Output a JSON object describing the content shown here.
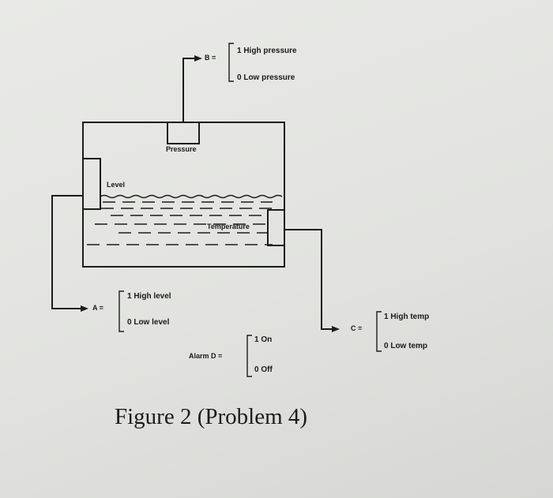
{
  "labels": {
    "level": "Level",
    "pressure": "Pressure",
    "temperature": "Temperature"
  },
  "signal_b": {
    "name": "B =",
    "high": "1 High pressure",
    "low": "0 Low pressure"
  },
  "signal_a": {
    "name": "A =",
    "high": "1 High level",
    "low": "0 Low level"
  },
  "signal_c": {
    "name": "C =",
    "high": "1 High temp",
    "low": "0 Low temp"
  },
  "alarm": {
    "name": "Alarm D =",
    "on": "1 On",
    "off": "0 Off"
  },
  "caption": "Figure 2 (Problem 4)"
}
